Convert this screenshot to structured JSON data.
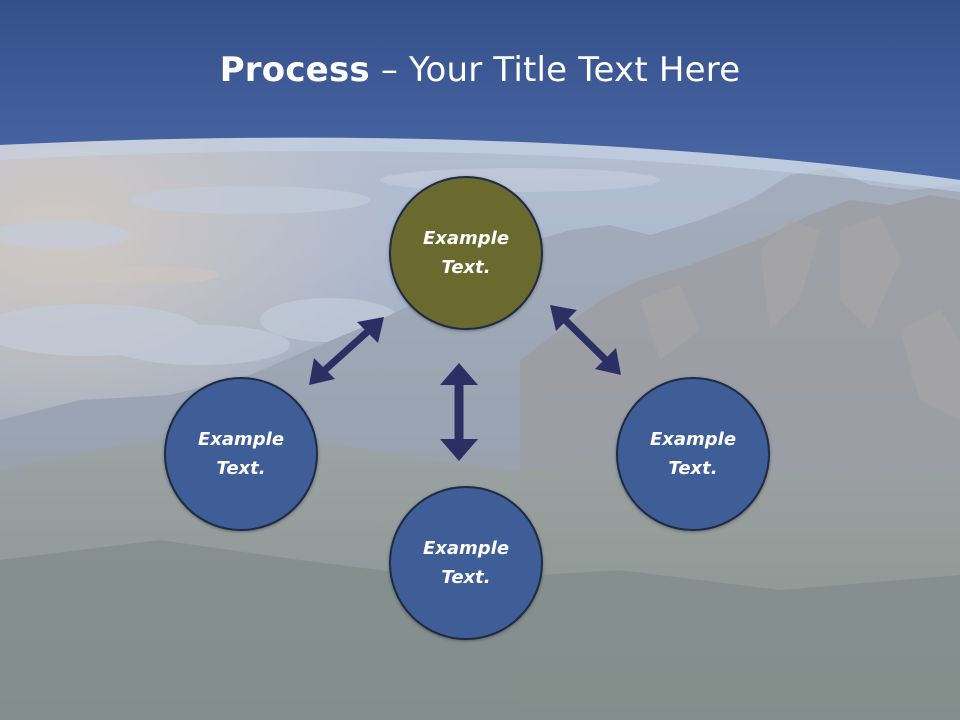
{
  "slide": {
    "title_bold": "Process",
    "title_rest": " – Your Title Text Here"
  },
  "colors": {
    "header_blue": "#3e5a98",
    "center_node_fill": "#6b6a2e",
    "outer_node_fill": "#3f5e98",
    "node_border": "#1d2b44",
    "arrow": "#2b2f63"
  },
  "diagram": {
    "center": {
      "line1": "Example",
      "line2": "Text."
    },
    "left": {
      "line1": "Example",
      "line2": "Text."
    },
    "bottom": {
      "line1": "Example",
      "line2": "Text."
    },
    "right": {
      "line1": "Example",
      "line2": "Text."
    }
  }
}
